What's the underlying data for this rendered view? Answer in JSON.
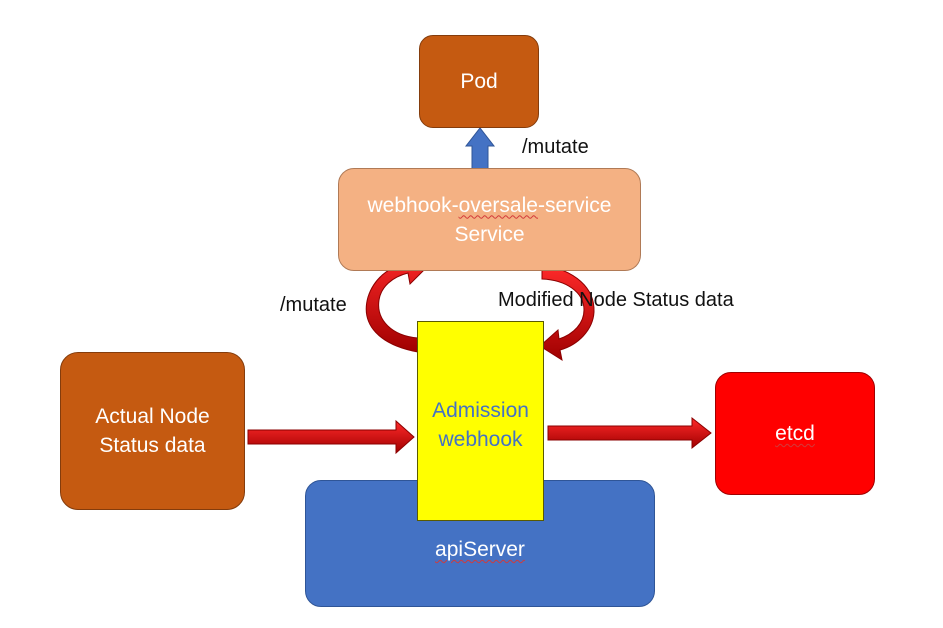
{
  "nodes": {
    "pod": {
      "label": "Pod",
      "color": "#c55a11"
    },
    "service": {
      "line1_a": "webhook-",
      "line1_b": "oversale",
      "line1_c": "-service",
      "line2": "Service",
      "color": "#f4b183"
    },
    "actual_node": {
      "line1": "Actual Node",
      "line2": "Status data",
      "color": "#c55a11"
    },
    "api_server": {
      "label": "apiServer",
      "color": "#4472c4"
    },
    "admission": {
      "line1": "Admission",
      "line2": "webhook",
      "color": "#ffff00",
      "text_color": "#4472c4"
    },
    "etcd": {
      "label": "etcd",
      "color": "#ff0000"
    }
  },
  "edges": {
    "service_to_pod": {
      "label": "/mutate",
      "color": "#4472c4"
    },
    "admission_to_service": {
      "label": "/mutate",
      "color": "#c00000"
    },
    "service_to_admission": {
      "label": "Modified Node Status data",
      "color": "#c00000"
    },
    "actual_to_admission": {
      "color": "#c00000"
    },
    "admission_to_etcd": {
      "color": "#c00000"
    }
  }
}
